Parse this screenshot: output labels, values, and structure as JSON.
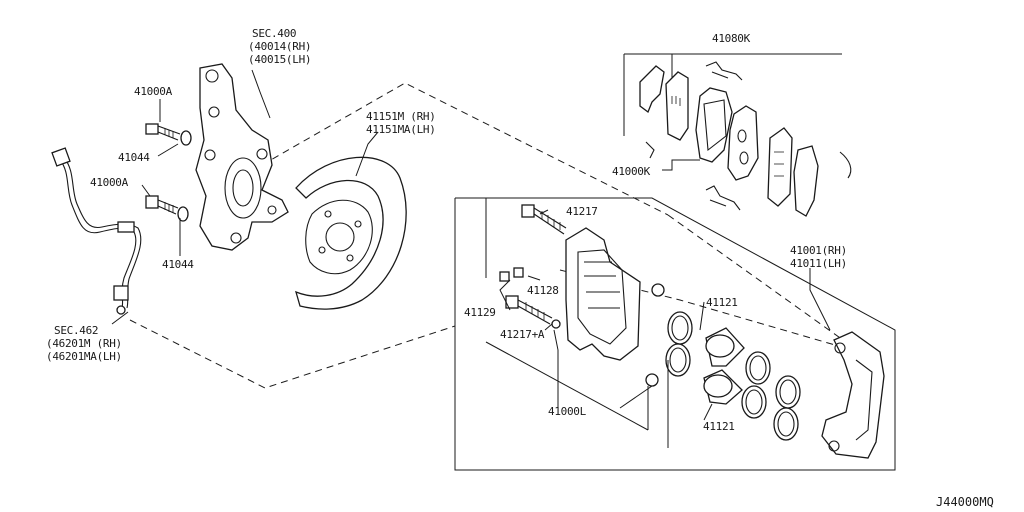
{
  "labels": {
    "sec400": "SEC.400",
    "p40014": "(40014(RH)",
    "p40015": "(40015(LH)",
    "p41000A_top": "41000A",
    "p41044_top": "41044",
    "p41000A_mid": "41000A",
    "p41044_bot": "41044",
    "sec462": "SEC.462",
    "p46201M": "(46201M (RH)",
    "p46201MA": "(46201MA(LH)",
    "p41151M": "41151M (RH)",
    "p41151MA": "41151MA(LH)",
    "p41080K": "41080K",
    "p41000K": "41000K",
    "p41217": "41217",
    "p41001": "41001(RH)",
    "p41011": "41011(LH)",
    "p41128": "41128",
    "p41129": "41129",
    "p41217A": "41217+A",
    "p41121_top": "41121",
    "p41121_bot": "41121",
    "p41000L": "41000L"
  },
  "diagram_code": "J44000MQ"
}
